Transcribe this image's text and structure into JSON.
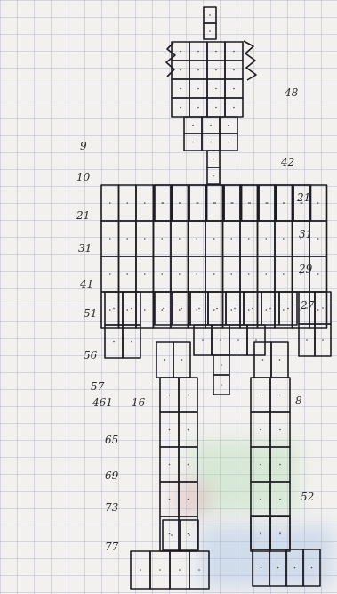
{
  "sketch": {
    "row_labels": [
      "9",
      "10",
      "21",
      "31",
      "41",
      "51",
      "56",
      "57",
      "461",
      "16",
      "65",
      "69",
      "73",
      "77"
    ],
    "side_labels": [
      "48",
      "42",
      "21",
      "31",
      "29",
      "27",
      "8",
      "52"
    ],
    "ink_color": "#1c1c22",
    "paper_color": "#f2f1ef"
  }
}
